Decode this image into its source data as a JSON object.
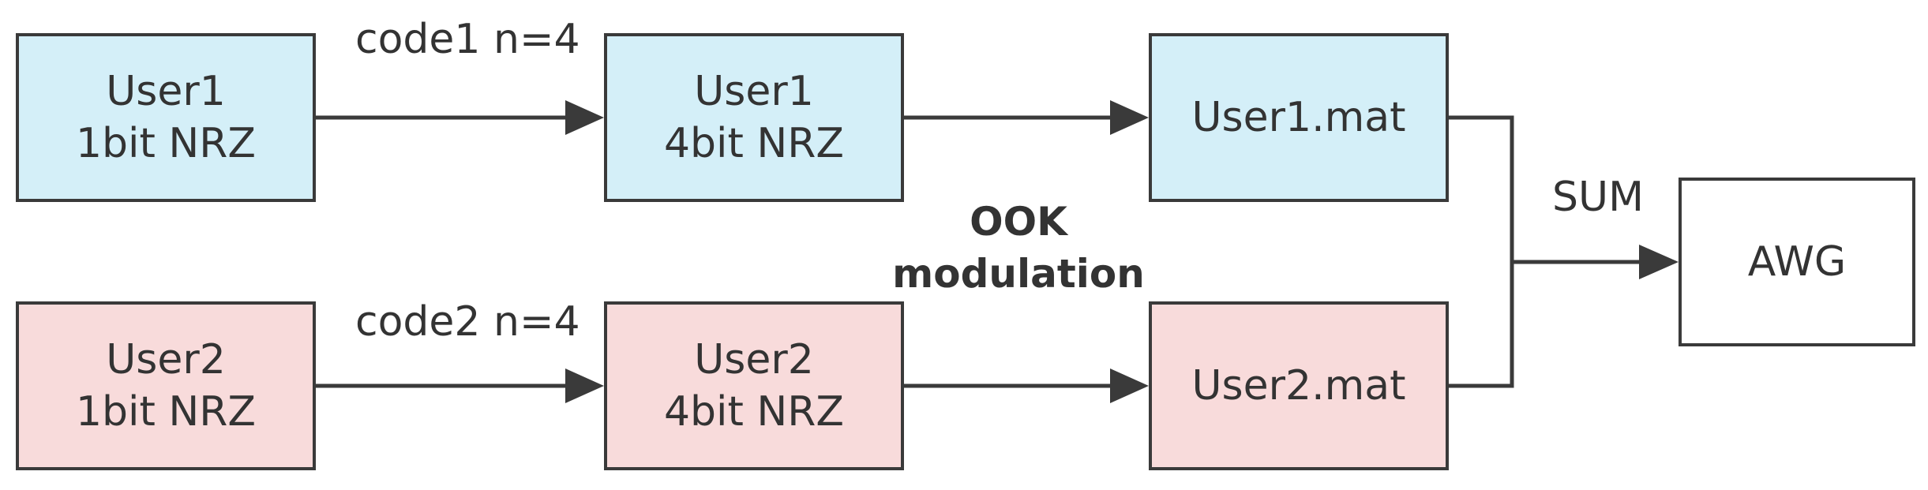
{
  "boxes": {
    "user1_1bit": {
      "line1": "User1",
      "line2": "1bit NRZ"
    },
    "user1_4bit": {
      "line1": "User1",
      "line2": "4bit NRZ"
    },
    "user1_mat": {
      "line1": "User1.mat"
    },
    "user2_1bit": {
      "line1": "User2",
      "line2": "1bit NRZ"
    },
    "user2_4bit": {
      "line1": "User2",
      "line2": "4bit NRZ"
    },
    "user2_mat": {
      "line1": "User2.mat"
    },
    "awg": {
      "line1": "AWG"
    }
  },
  "labels": {
    "code1": "code1 n=4",
    "code2": "code2 n=4",
    "sum": "SUM",
    "ook_line1": "OOK",
    "ook_line2": "modulation"
  },
  "colors": {
    "user1_fill": "#d4eff8",
    "user2_fill": "#f8dbdb",
    "awg_fill": "#ffffff",
    "stroke": "#3a3a3a"
  }
}
